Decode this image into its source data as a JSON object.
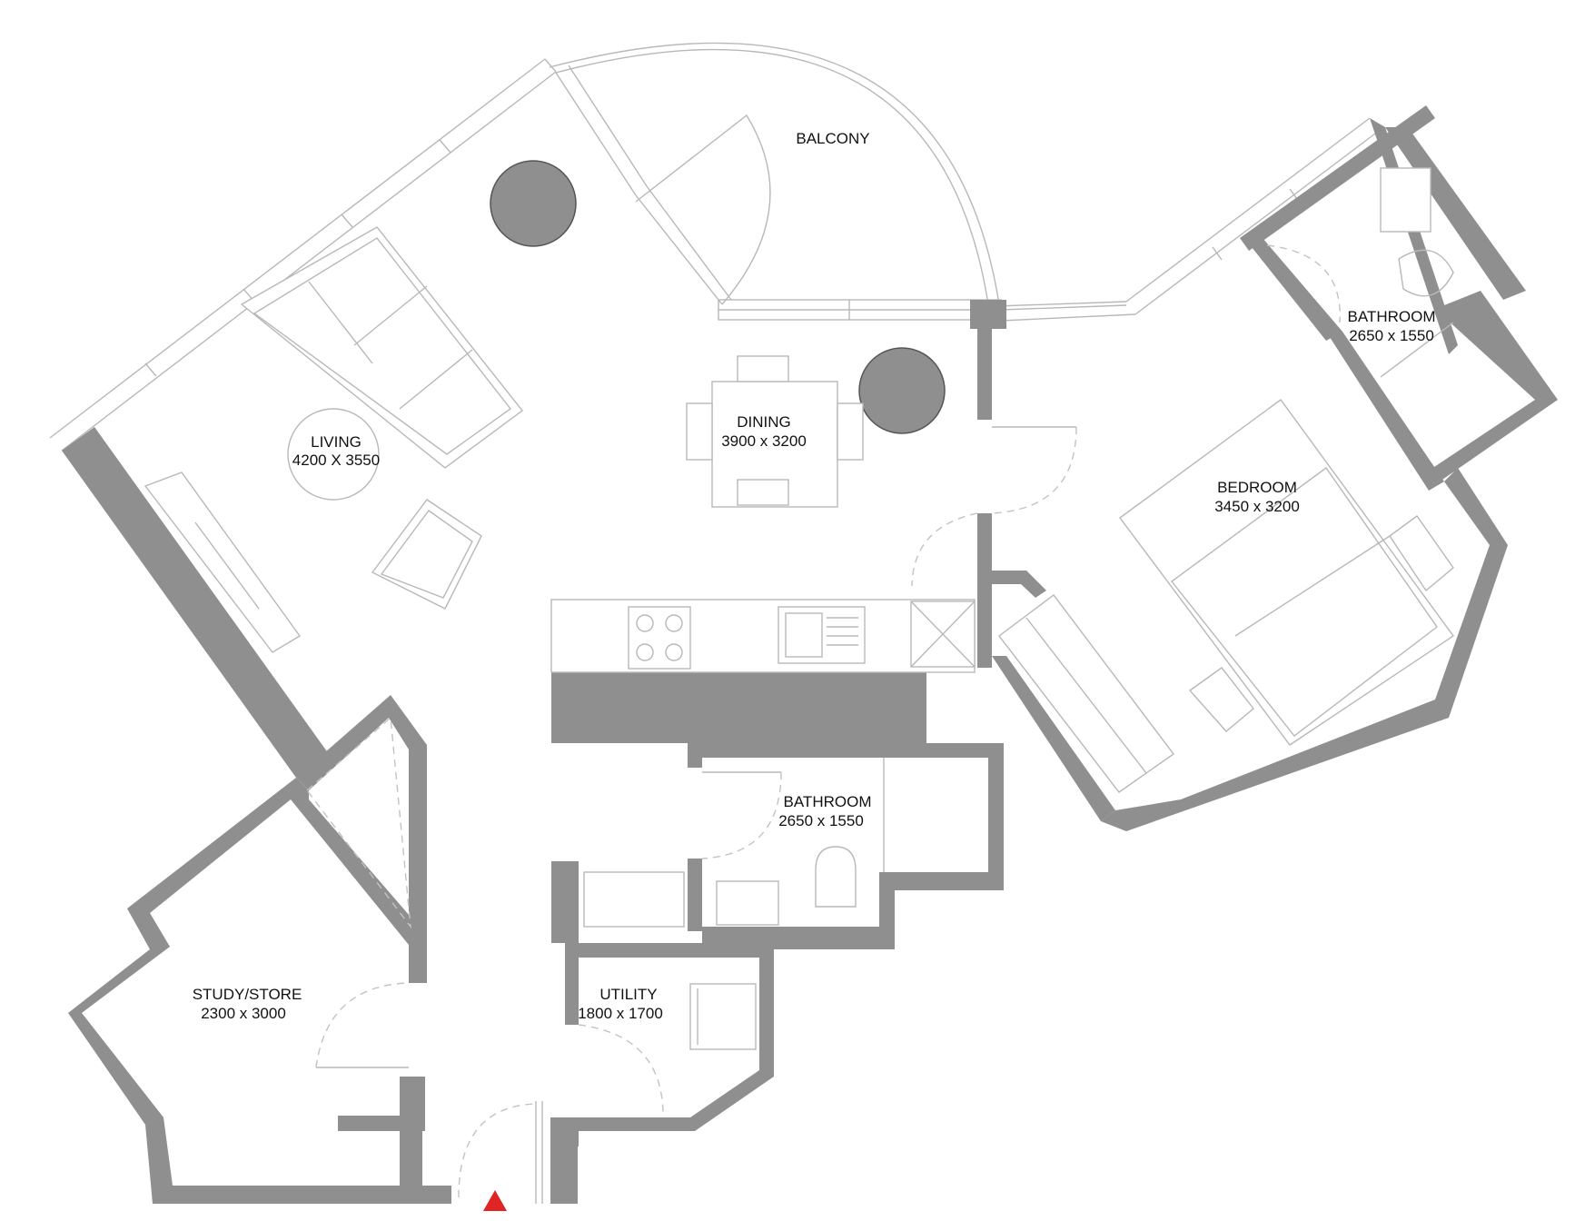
{
  "rooms": {
    "balcony": {
      "name": "BALCONY"
    },
    "living": {
      "name": "LIVING",
      "size": "4200 X 3550"
    },
    "dining": {
      "name": "DINING",
      "size": "3900 x 3200"
    },
    "bedroom": {
      "name": "BEDROOM",
      "size": "3450 x 3200"
    },
    "bathroom_ensuite": {
      "name": "BATHROOM",
      "size": "2650 x 1550"
    },
    "bathroom_main": {
      "name": "BATHROOM",
      "size": "2650 x 1550"
    },
    "study": {
      "name": "STUDY/STORE",
      "size": "2300 x 3000"
    },
    "utility": {
      "name": "UTILITY",
      "size": "1800 x 1700"
    }
  },
  "colors": {
    "wall": "#8f8f8f",
    "line": "#b8b8b8",
    "entrance_marker": "#e02424"
  },
  "icons": {
    "entrance": "entrance-triangle-icon"
  }
}
